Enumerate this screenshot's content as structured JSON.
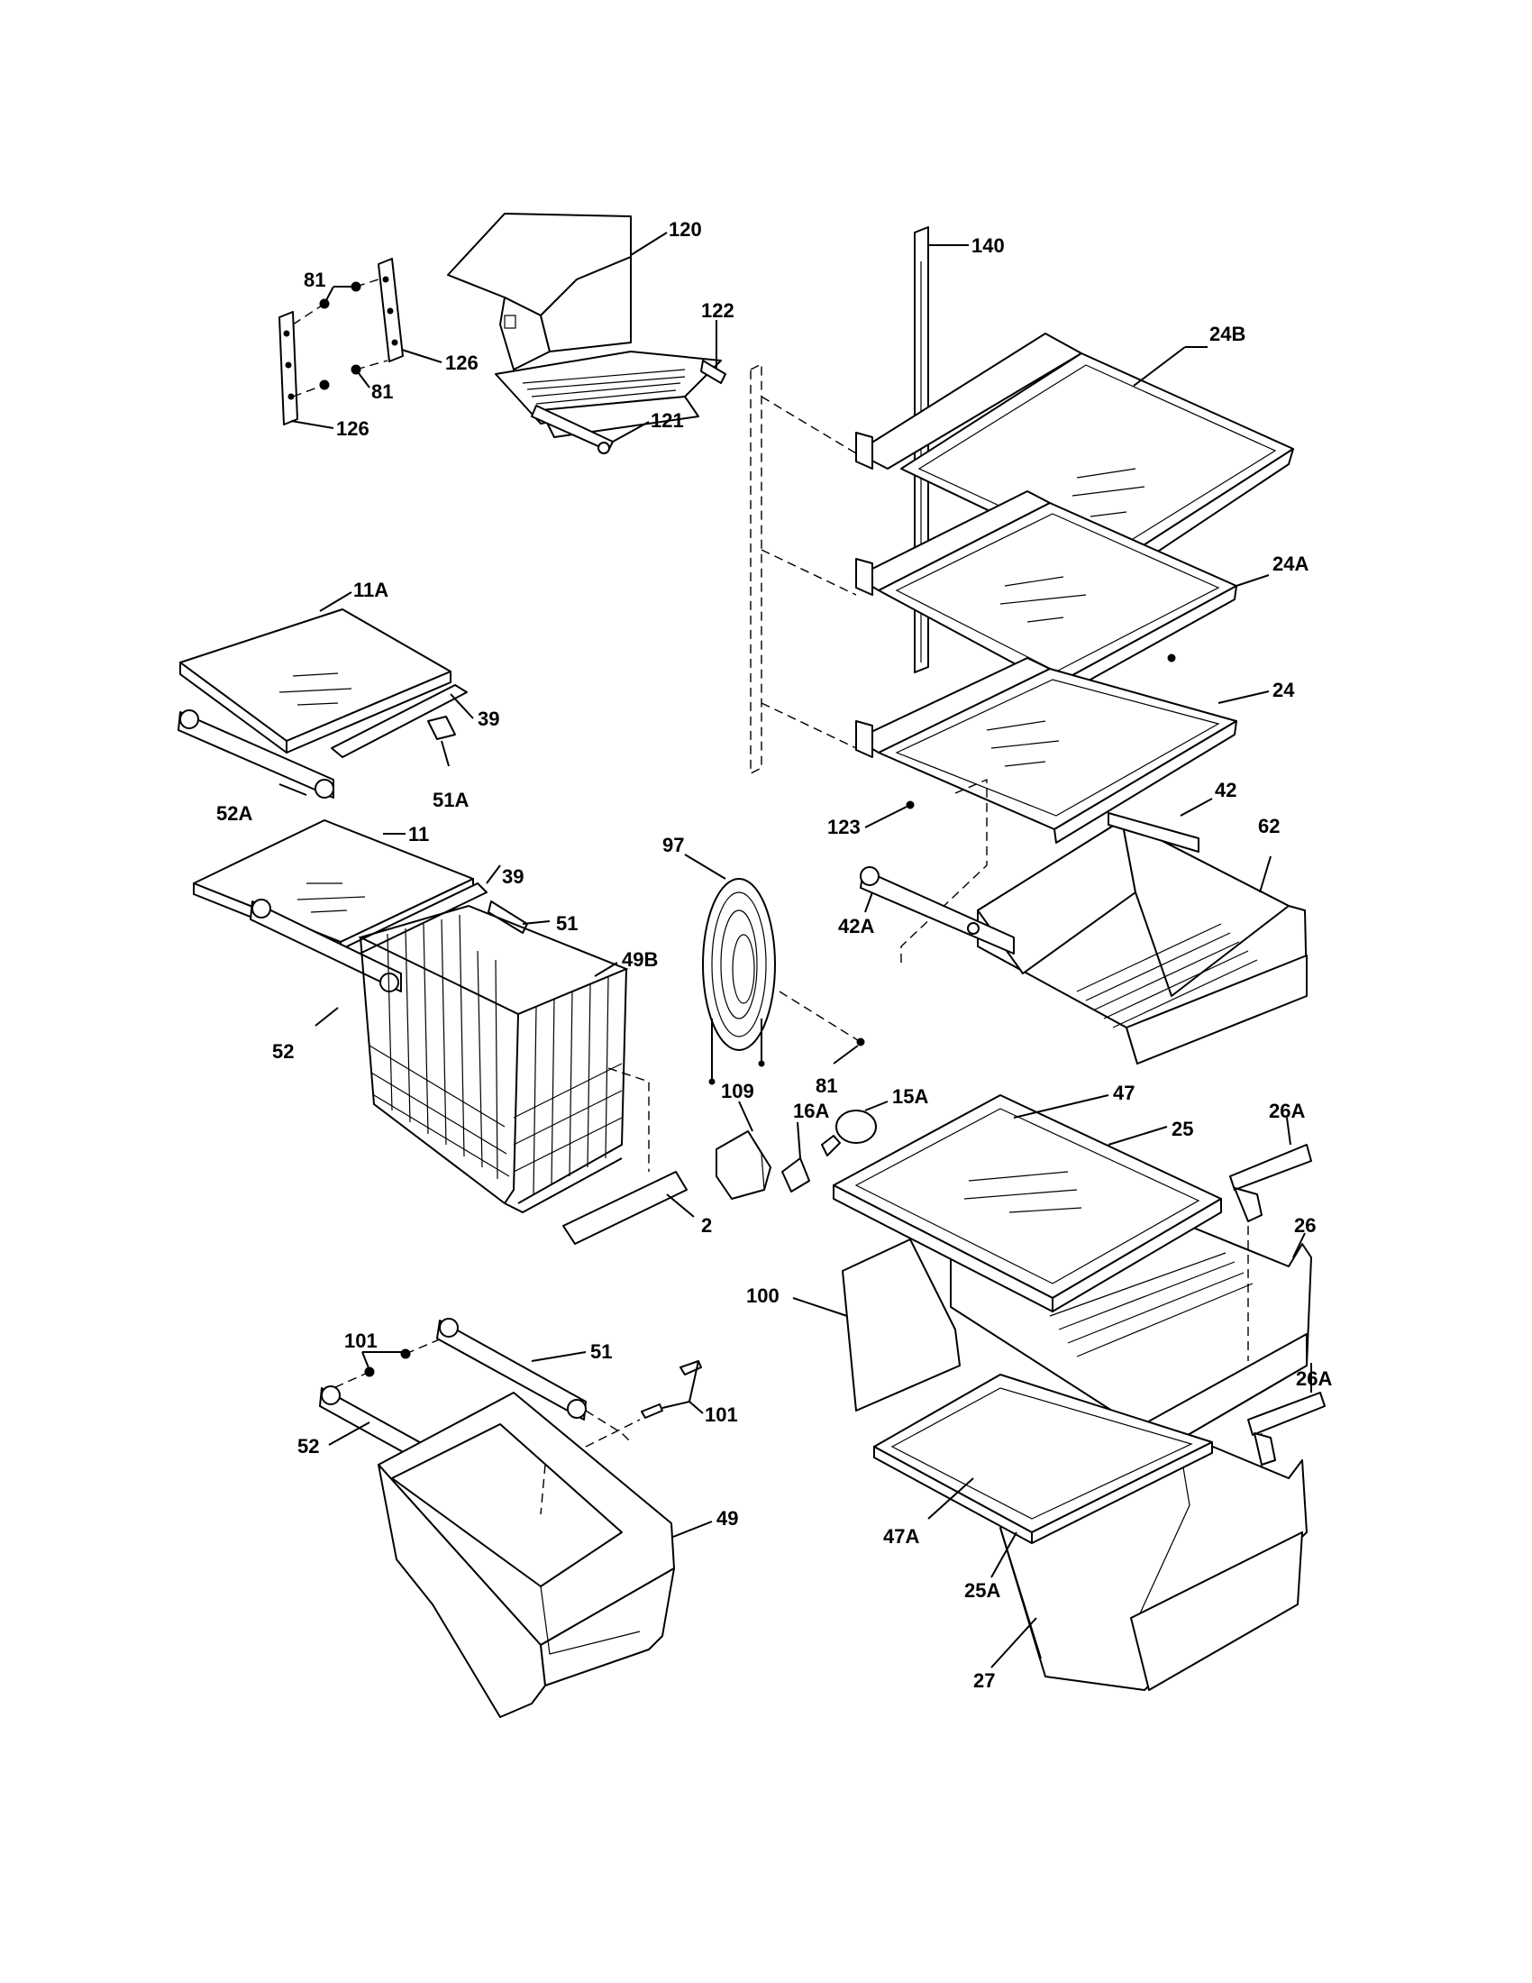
{
  "callouts": {
    "p120": "120",
    "p140": "140",
    "p81a": "81",
    "p81b": "81",
    "p81c": "81",
    "p126a": "126",
    "p126b": "126",
    "p122": "122",
    "p121": "121",
    "p24b": "24B",
    "p24a": "24A",
    "p24": "24",
    "p11a": "11A",
    "p39a": "39",
    "p39b": "39",
    "p51a": "51A",
    "p52a": "52A",
    "p11": "11",
    "p51a_slide": "51",
    "p49b": "49B",
    "p52a_slide": "52",
    "p97": "97",
    "p123": "123",
    "p42": "42",
    "p62": "62",
    "p42a": "42A",
    "p109": "109",
    "p16a": "16A",
    "p15a": "15A",
    "p2": "2",
    "p47": "47",
    "p25": "25",
    "p26a_top": "26A",
    "p26": "26",
    "p100": "100",
    "p101a": "101",
    "p51b": "51",
    "p101b": "101",
    "p26a_bottom": "26A",
    "p52b": "52",
    "p49": "49",
    "p47a": "47A",
    "p25a": "25A",
    "p27": "27"
  }
}
